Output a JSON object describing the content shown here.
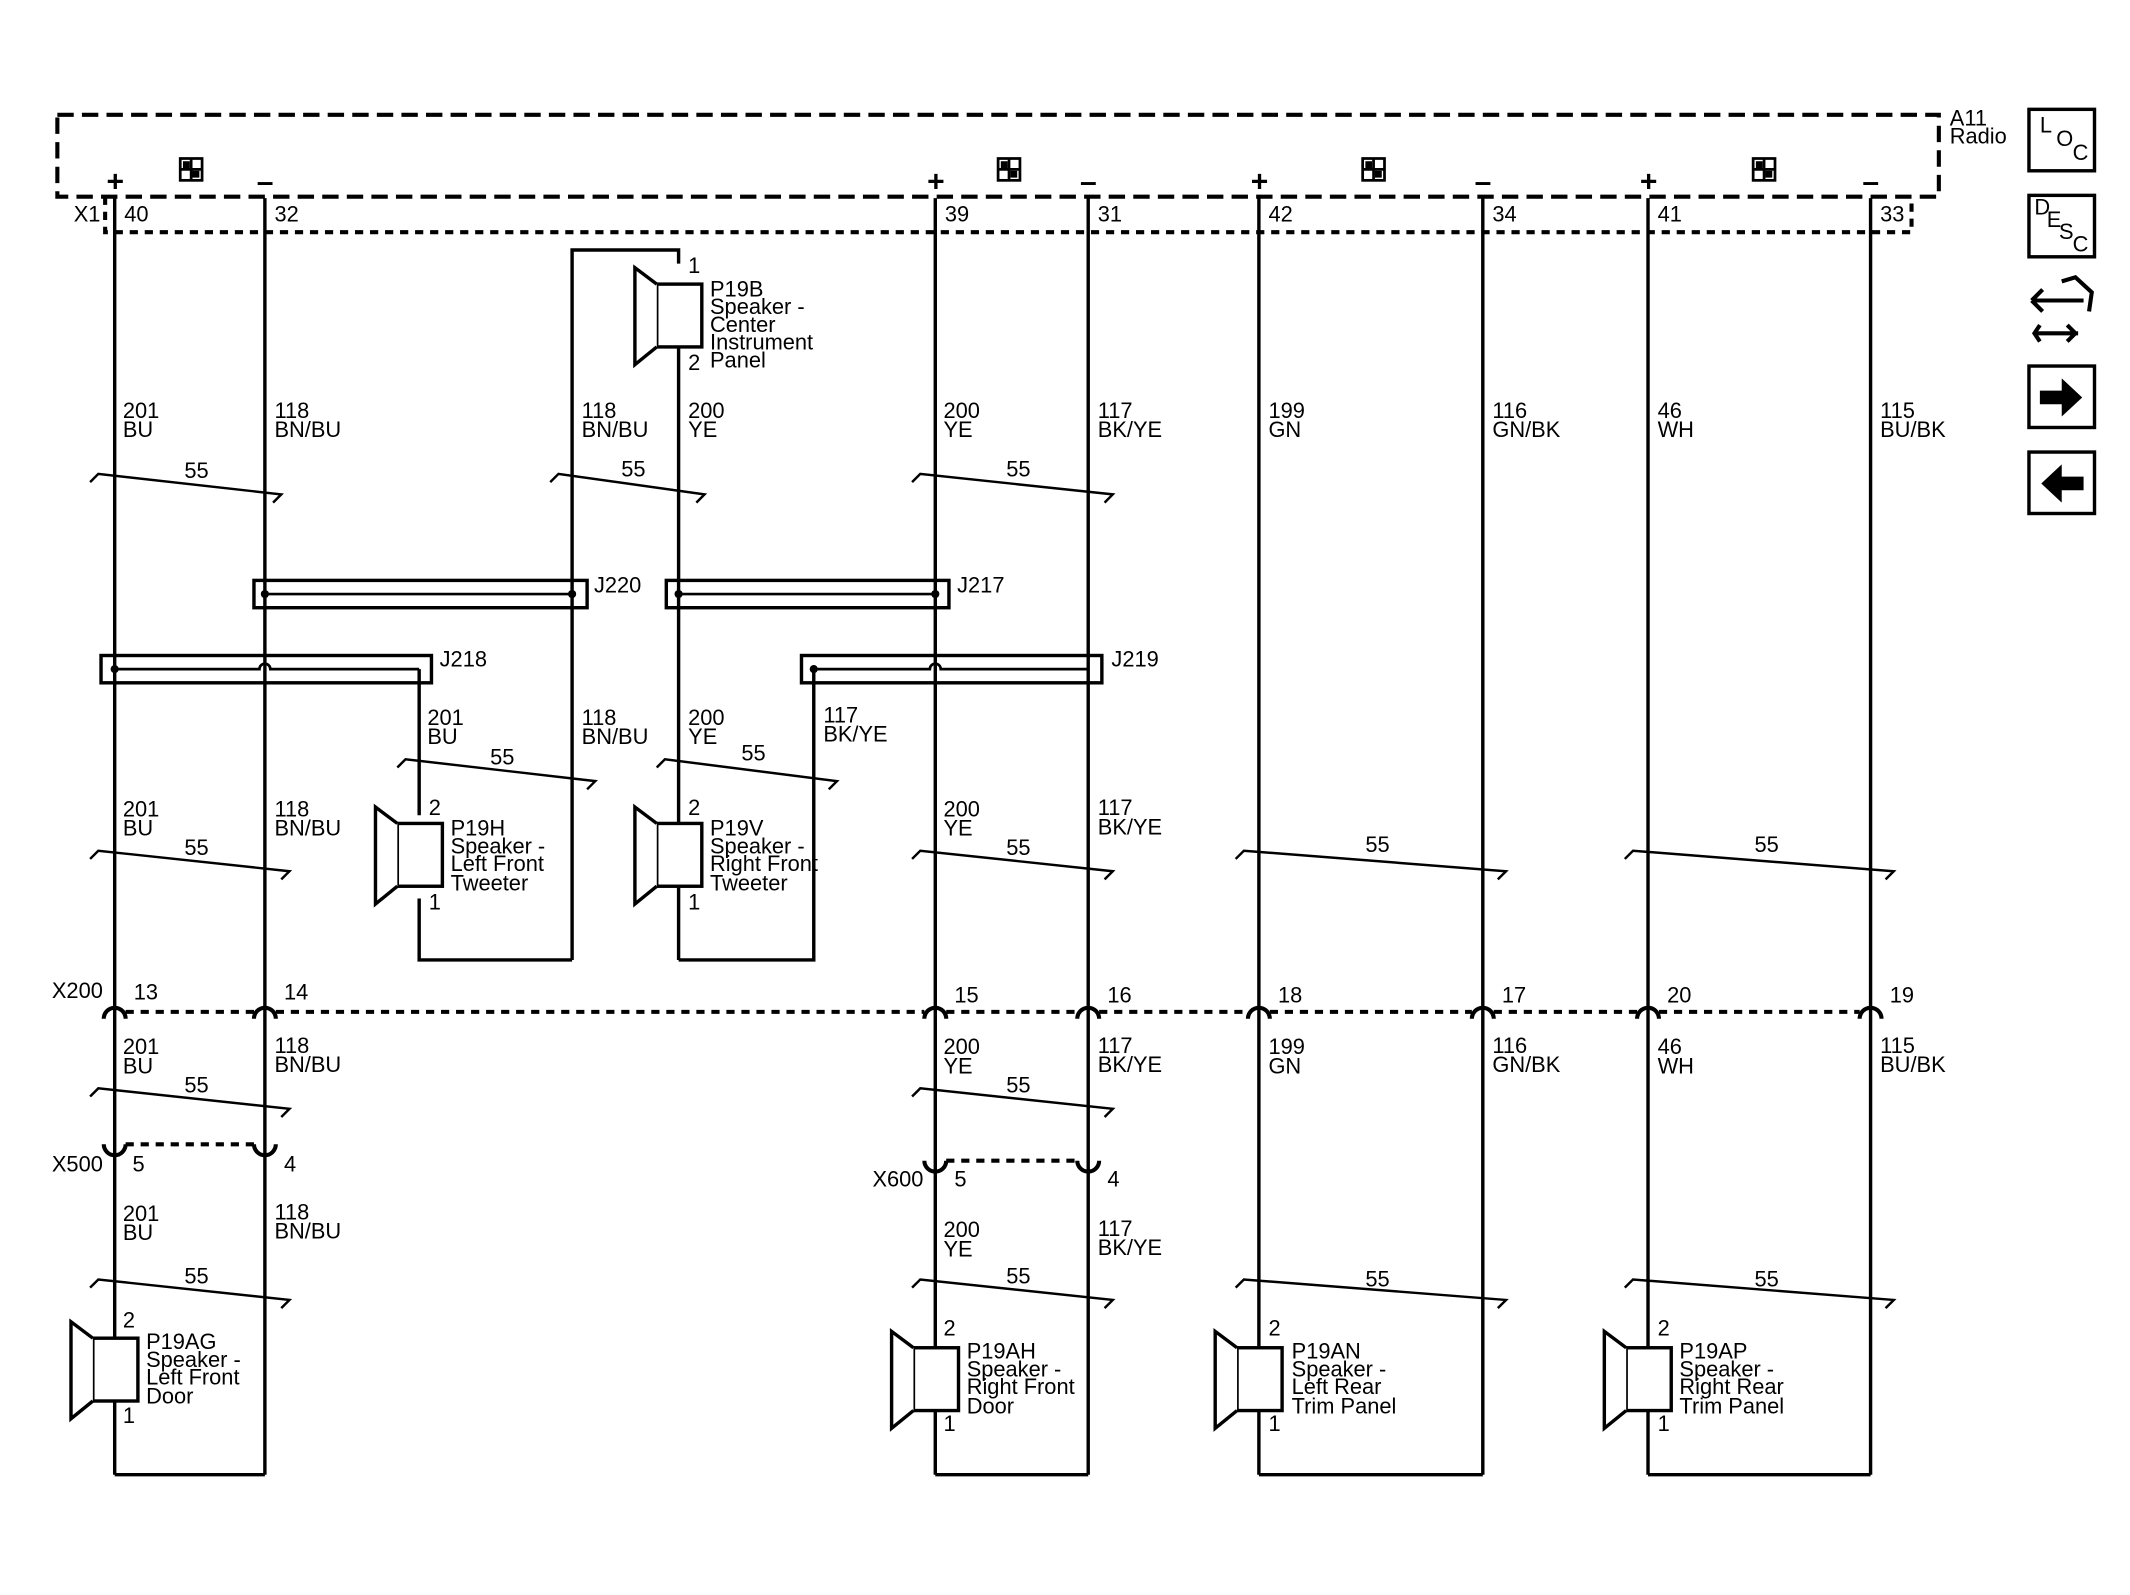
{
  "module": {
    "id": "A11",
    "name": "Radio",
    "connector": "X1"
  },
  "polarity": {
    "plus": "+",
    "minus": "–"
  },
  "channels": [
    {
      "pos_pin": "40",
      "neg_pin": "32"
    },
    {
      "pos_pin": "39",
      "neg_pin": "31"
    },
    {
      "pos_pin": "42",
      "neg_pin": "34"
    },
    {
      "pos_pin": "41",
      "neg_pin": "33"
    }
  ],
  "wires": {
    "w201": {
      "circuit": "201",
      "color": "BU"
    },
    "w118": {
      "circuit": "118",
      "color": "BN/BU"
    },
    "w200": {
      "circuit": "200",
      "color": "YE"
    },
    "w117": {
      "circuit": "117",
      "color": "BK/YE"
    },
    "w199": {
      "circuit": "199",
      "color": "GN"
    },
    "w116": {
      "circuit": "116",
      "color": "GN/BK"
    },
    "w46": {
      "circuit": "46",
      "color": "WH"
    },
    "w115": {
      "circuit": "115",
      "color": "BU/BK"
    }
  },
  "twist": "55",
  "splices": {
    "j220": "J220",
    "j217": "J217",
    "j218": "J218",
    "j219": "J219"
  },
  "connectors": {
    "x200": {
      "name": "X200",
      "pins": [
        "13",
        "14",
        "15",
        "16",
        "18",
        "17",
        "20",
        "19"
      ]
    },
    "x500": {
      "name": "X500",
      "pins": [
        "5",
        "4"
      ]
    },
    "x600": {
      "name": "X600",
      "pins": [
        "5",
        "4"
      ]
    }
  },
  "speakers": {
    "p19b": {
      "id": "P19B",
      "l1": "Speaker -",
      "l2": "Center",
      "l3": "Instrument",
      "l4": "Panel",
      "pin_top": "1",
      "pin_bottom": "2"
    },
    "p19h": {
      "id": "P19H",
      "l1": "Speaker -",
      "l2": "Left Front",
      "l3": "Tweeter",
      "pin_top": "2",
      "pin_bottom": "1"
    },
    "p19v": {
      "id": "P19V",
      "l1": "Speaker -",
      "l2": "Right Front",
      "l3": "Tweeter",
      "pin_top": "2",
      "pin_bottom": "1"
    },
    "p19ag": {
      "id": "P19AG",
      "l1": "Speaker -",
      "l2": "Left Front",
      "l3": "Door",
      "pin_top": "2",
      "pin_bottom": "1"
    },
    "p19ah": {
      "id": "P19AH",
      "l1": "Speaker -",
      "l2": "Right Front",
      "l3": "Door",
      "pin_top": "2",
      "pin_bottom": "1"
    },
    "p19an": {
      "id": "P19AN",
      "l1": "Speaker -",
      "l2": "Left Rear",
      "l3": "Trim Panel",
      "pin_top": "2",
      "pin_bottom": "1"
    },
    "p19ap": {
      "id": "P19AP",
      "l1": "Speaker -",
      "l2": "Right Rear",
      "l3": "Trim Panel",
      "pin_top": "2",
      "pin_bottom": "1"
    }
  },
  "side_buttons": {
    "loc": {
      "l1": "L",
      "l2": "O",
      "l3": "C",
      "icon": "location-button"
    },
    "desc": {
      "l1": "D",
      "l2": "E",
      "l3": "S",
      "l4": "C",
      "icon": "description-button"
    },
    "conn_icon": "connector-wrench-icon",
    "next_icon": "arrow-right-icon",
    "prev_icon": "arrow-left-icon"
  }
}
